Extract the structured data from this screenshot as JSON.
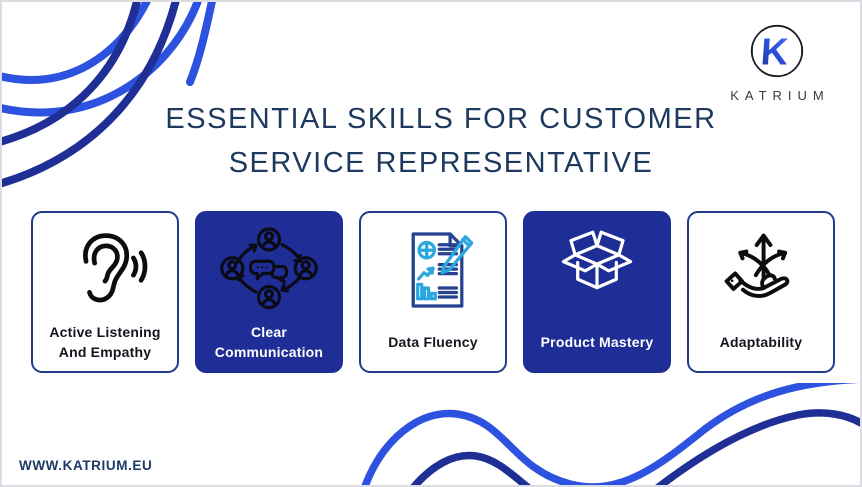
{
  "logo": {
    "brand": "KATRIUM",
    "monogram": "K"
  },
  "title": {
    "line1": "ESSENTIAL SKILLS FOR CUSTOMER",
    "line2": "SERVICE REPRESENTATIVE"
  },
  "cards": [
    {
      "icon": "ear-listening-icon",
      "variant": "light",
      "lines": [
        "Active Listening",
        "And Empathy"
      ]
    },
    {
      "icon": "communication-cycle-icon",
      "variant": "dark",
      "lines": [
        "Clear",
        "Communication"
      ]
    },
    {
      "icon": "data-document-icon",
      "variant": "light",
      "lines": [
        "Data Fluency"
      ]
    },
    {
      "icon": "open-box-icon",
      "variant": "dark",
      "lines": [
        "Product Mastery"
      ]
    },
    {
      "icon": "adaptability-hand-icon",
      "variant": "light",
      "lines": [
        "Adaptability"
      ]
    }
  ],
  "footer": {
    "website": "WWW.KATRIUM.EU"
  },
  "colors": {
    "bright_blue_curve": "#2d52df",
    "navy_curve": "#1f2f96",
    "card_navy": "#1e2e96",
    "card_border": "#24388f",
    "title_navy": "#1d3a5e",
    "icon_light_blue": "#2ba7e0",
    "icon_navy": "#25418f"
  }
}
